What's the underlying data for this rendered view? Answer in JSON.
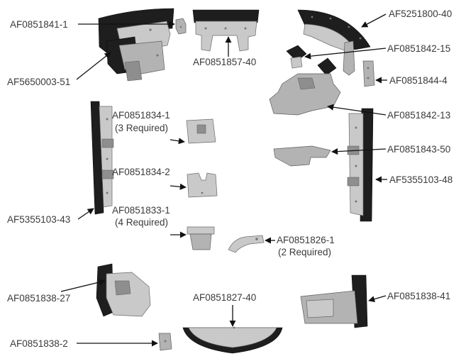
{
  "labels": {
    "af0851841_1": "AF0851841-1",
    "af5650003_51": "AF5650003-51",
    "af0851857_40": "AF0851857-40",
    "af5251800_40": "AF5251800-40",
    "af0851842_15": "AF0851842-15",
    "af0851844_4": "AF0851844-4",
    "af0851842_13": "AF0851842-13",
    "af0851834_1": "AF0851834-1",
    "af0851834_1_qty": "(3 Required)",
    "af0851843_50": "AF0851843-50",
    "af0851834_2": "AF0851834-2",
    "af5355103_48": "AF5355103-48",
    "af5355103_43": "AF5355103-43",
    "af0851833_1": "AF0851833-1",
    "af0851833_1_qty": "(4 Required)",
    "af0851826_1": "AF0851826-1",
    "af0851826_1_qty": "(2 Required)",
    "af0851838_27": "AF0851838-27",
    "af0851827_40": "AF0851827-40",
    "af0851838_41": "AF0851838-41",
    "af0851838_2": "AF0851838-2"
  }
}
